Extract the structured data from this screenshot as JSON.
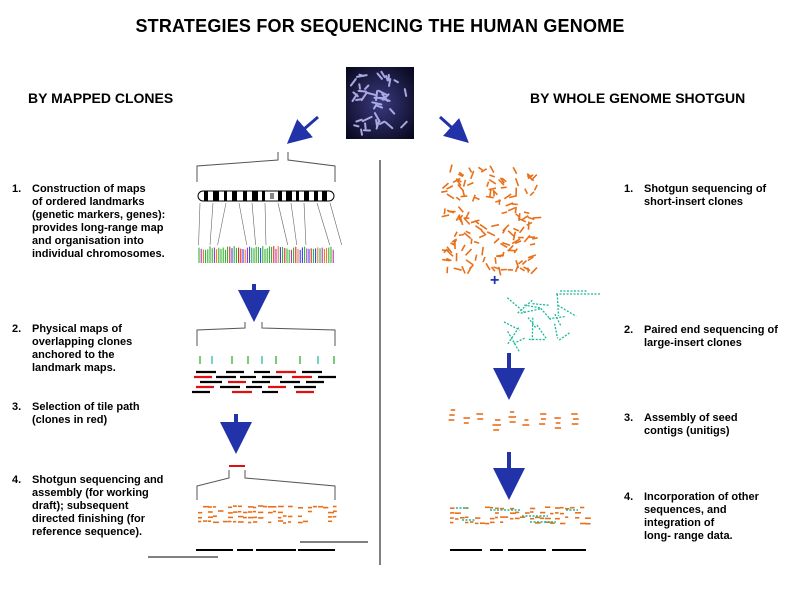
{
  "title": "STRATEGIES FOR SEQUENCING THE HUMAN GENOME",
  "left": {
    "heading": "BY MAPPED CLONES",
    "steps": [
      {
        "num": "1.",
        "text": "Construction of maps\nof ordered landmarks\n(genetic markers, genes):\nprovides long-range map\nand organisation into\nindividual chromosomes."
      },
      {
        "num": "2.",
        "text": "Physical maps of\noverlapping clones\nanchored to the\nlandmark maps."
      },
      {
        "num": "3.",
        "text": "Selection of tile path\n(clones in red)"
      },
      {
        "num": "4.",
        "text": "Shotgun sequencing and\nassembly (for working\ndraft);    subsequent\ndirected finishing  (for\nreference sequence)."
      }
    ]
  },
  "right": {
    "heading": "BY WHOLE GENOME SHOTGUN",
    "plus": "+",
    "steps": [
      {
        "num": "1.",
        "text": "Shotgun sequencing of\nshort-insert clones"
      },
      {
        "num": "2.",
        "text": "Paired end sequencing of\nlarge-insert clones"
      },
      {
        "num": "3.",
        "text": "Assembly of seed\ncontigs  (unitigs)"
      },
      {
        "num": "4.",
        "text": "Incorporation of other\nsequences, and\n integration of\nlong- range data."
      }
    ]
  },
  "colors": {
    "orange": "#e8701a",
    "teal": "#1ab89a",
    "red": "#e01010",
    "arrow": "#2233aa",
    "green": "#22aa22"
  }
}
